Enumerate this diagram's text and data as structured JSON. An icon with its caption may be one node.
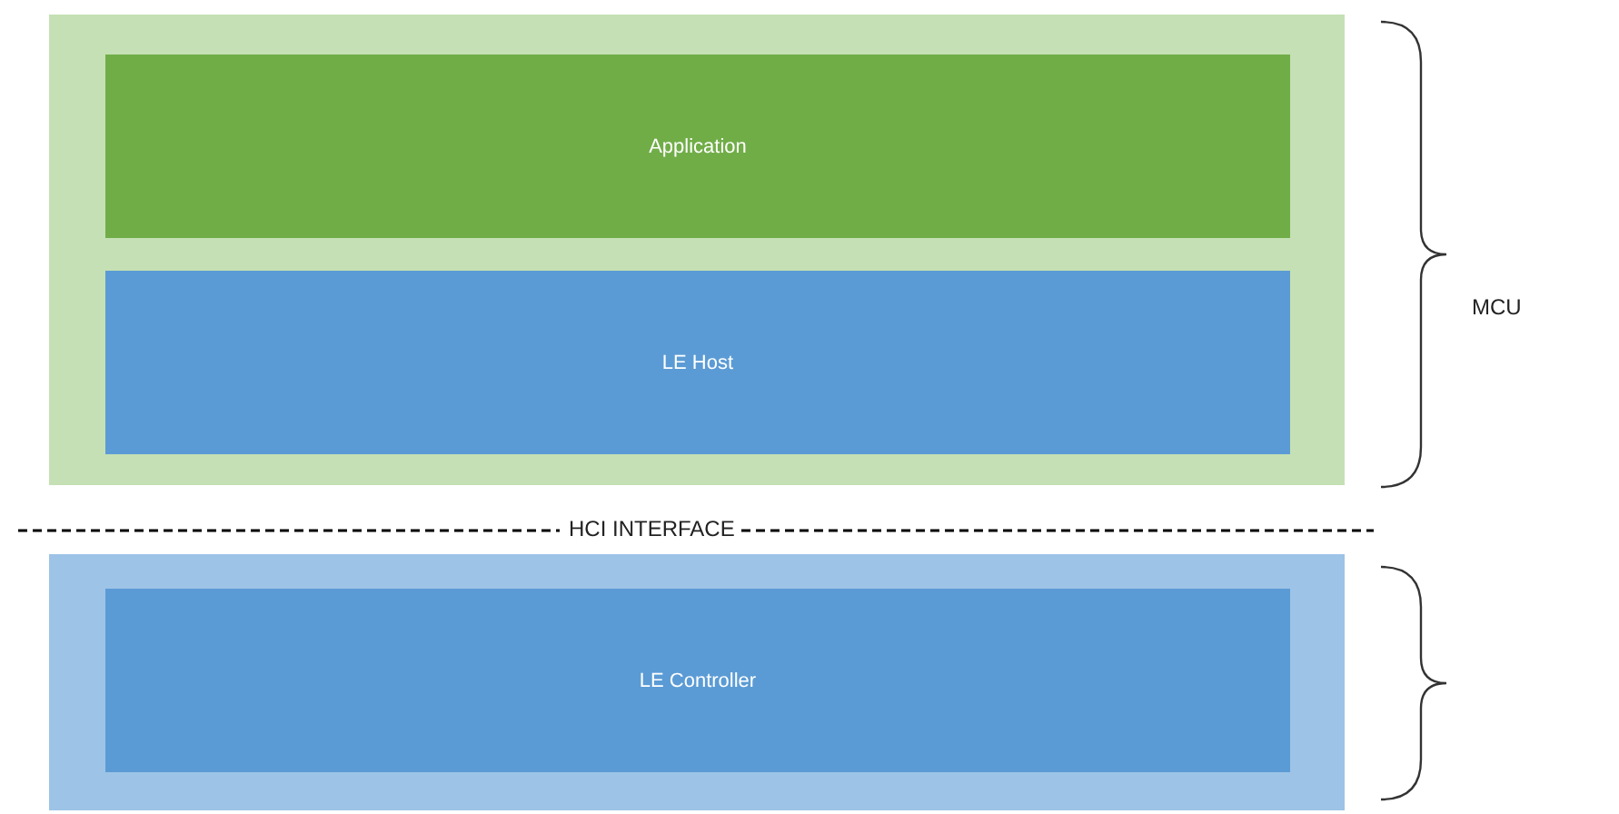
{
  "diagram": {
    "nodes": [
      {
        "text": [],
        "shape": "box"
      },
      {
        "text": [
          "Application"
        ],
        "in": 0
      },
      {
        "text": [
          "LE Host"
        ],
        "in": 0
      },
      {
        "text": [],
        "shape": "box"
      },
      {
        "text": [
          "LE Controller"
        ],
        "in": 3
      }
    ],
    "labels": [
      "HCI INTERFACE",
      "MCU"
    ]
  }
}
